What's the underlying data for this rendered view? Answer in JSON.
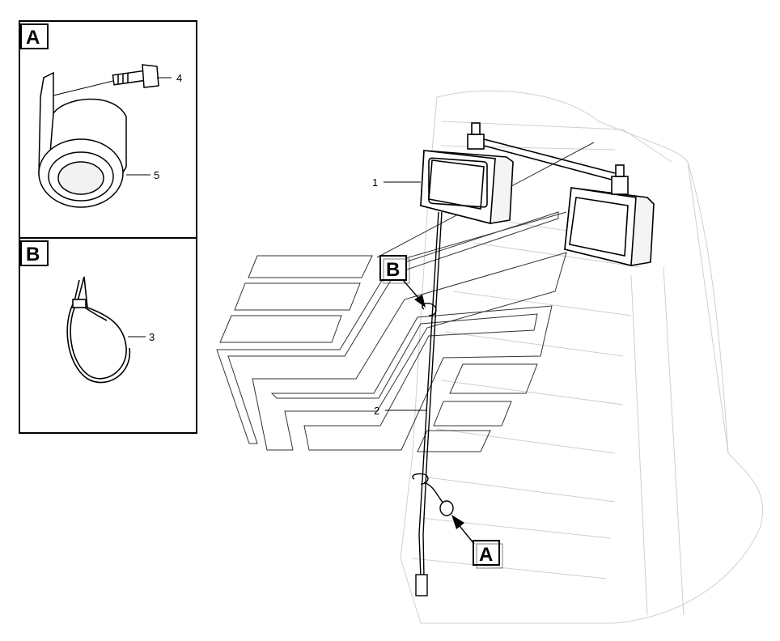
{
  "detail_panels": [
    {
      "letter": "A",
      "callouts": [
        "4",
        "5"
      ]
    },
    {
      "letter": "B",
      "callouts": [
        "3"
      ]
    }
  ],
  "main_callouts": [
    "1",
    "2"
  ],
  "reference_tags": [
    "B",
    "A"
  ],
  "colors": {
    "ink": "#000000",
    "faint": "#c8c8c8",
    "paper": "#ffffff"
  }
}
